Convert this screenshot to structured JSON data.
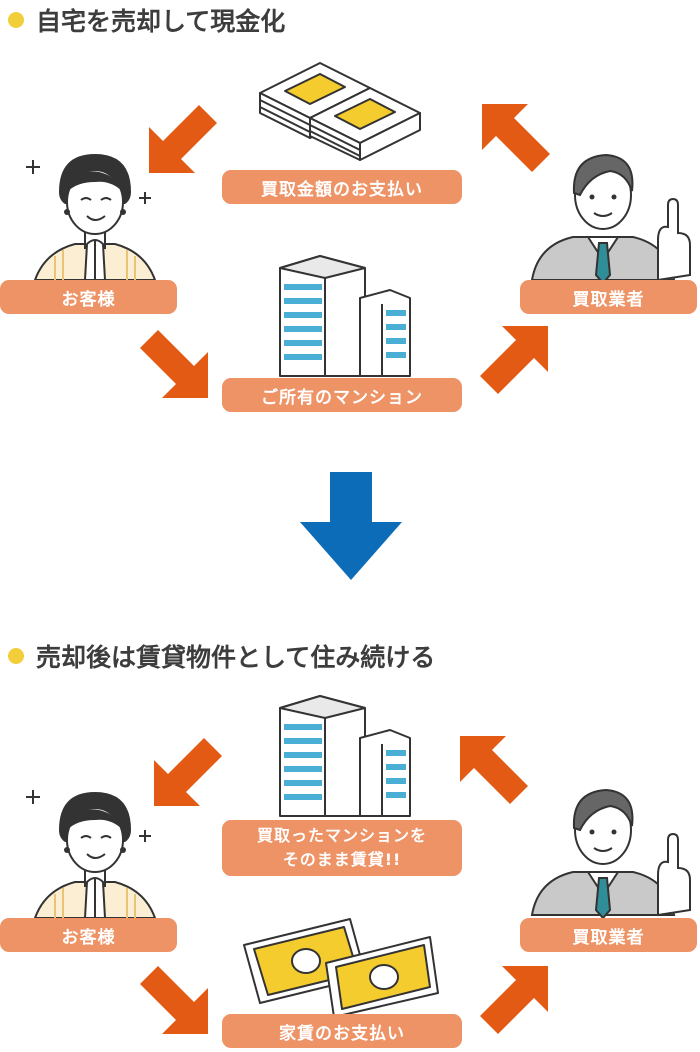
{
  "sections": [
    {
      "title": "自宅を売却して現金化",
      "labels": {
        "customer": "お客様",
        "buyer": "買取業者",
        "payment": "買取金額のお支払い",
        "property": "ご所有のマンション"
      }
    },
    {
      "title": "売却後は賃貸物件として住み続ける",
      "labels": {
        "customer": "お客様",
        "buyer": "買取業者",
        "property_line1": "買取ったマンションを",
        "property_line2": "そのまま賃貸!!",
        "payment": "家賃のお支払い"
      }
    }
  ],
  "colors": {
    "arrow_orange": "#e35a14",
    "arrow_blue": "#0d6cb8",
    "label_bg": "#ed9366",
    "bullet": "#f2cf3a"
  }
}
